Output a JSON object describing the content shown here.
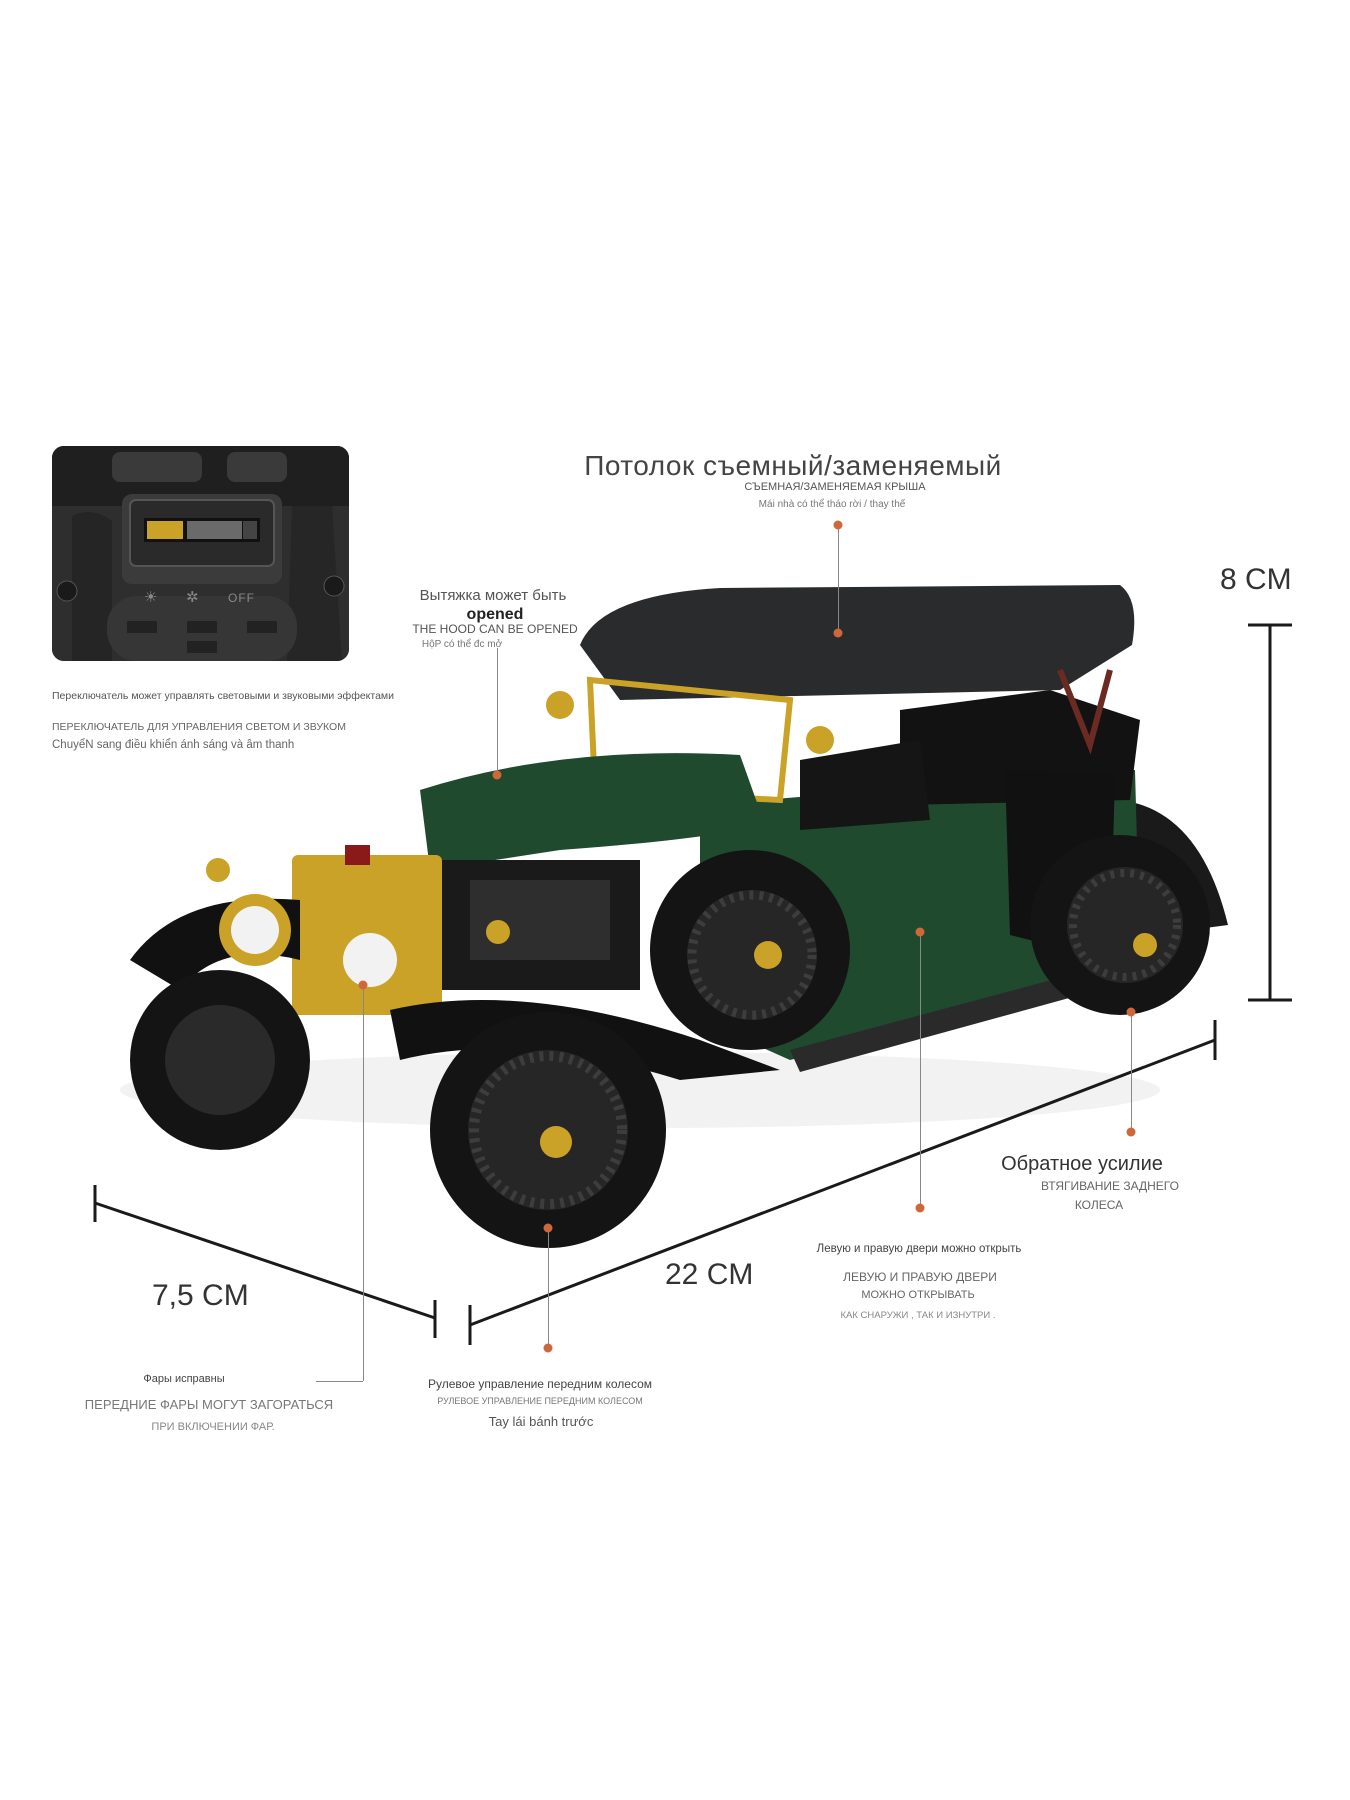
{
  "colors": {
    "body_green": "#1f4a2e",
    "roof_black": "#2a2b2c",
    "brass": "#c9a227",
    "callout_dot": "#d0673a",
    "dimension_line": "#1a1a1a"
  },
  "inset": {
    "icon_labels": [
      "☀",
      "✲",
      "OFF"
    ]
  },
  "roof": {
    "title": "Потолок съемный/заменяемый",
    "line_ru": "СЪЕМНАЯ/ЗАМЕНЯЕМАЯ КРЫША",
    "line_vi": "Mái nhà có thể tháo rời / thay thế"
  },
  "hood": {
    "title": "Вытяжка может быть",
    "title2": "opened",
    "line_en": "THE HOOD CAN BE OPENED",
    "line_vi": "HộP có thể đc mở"
  },
  "switch": {
    "title": "Переключатель может управлять световыми и звуковыми эффектами",
    "line_ru": "ПЕРЕКЛЮЧАТЕЛЬ ДЛЯ УПРАВЛЕНИЯ СВЕТОМ И ЗВУКОМ",
    "line_vi": "ChuyểN sang điều khiển ánh sáng và âm thanh"
  },
  "dimensions": {
    "height": "8 CM",
    "width": "7,5 CM",
    "length": "22 CM"
  },
  "pullback": {
    "title": "Обратное усилие",
    "line1": "ВТЯГИВАНИЕ ЗАДНЕГО",
    "line2": "КОЛЕСА"
  },
  "doors": {
    "title": "Левую и правую двери можно открыть",
    "line1": "ЛЕВУЮ И ПРАВУЮ ДВЕРИ",
    "line2": "МОЖНО ОТКРЫВАТЬ",
    "line3": "КАК СНАРУЖИ , ТАК И ИЗНУТРИ ."
  },
  "headlights": {
    "title": "Фары исправны",
    "line1": "ПЕРЕДНИЕ ФАРЫ МОГУТ ЗАГОРАТЬСЯ",
    "line2": "ПРИ ВКЛЮЧЕНИИ ФАР."
  },
  "steering": {
    "title": "Рулевое управление передним колесом",
    "line_ru": "РУЛЕВОЕ УПРАВЛЕНИЕ ПЕРЕДНИМ КОЛЕСОМ",
    "line_vi": "Tay lái bánh trước"
  }
}
